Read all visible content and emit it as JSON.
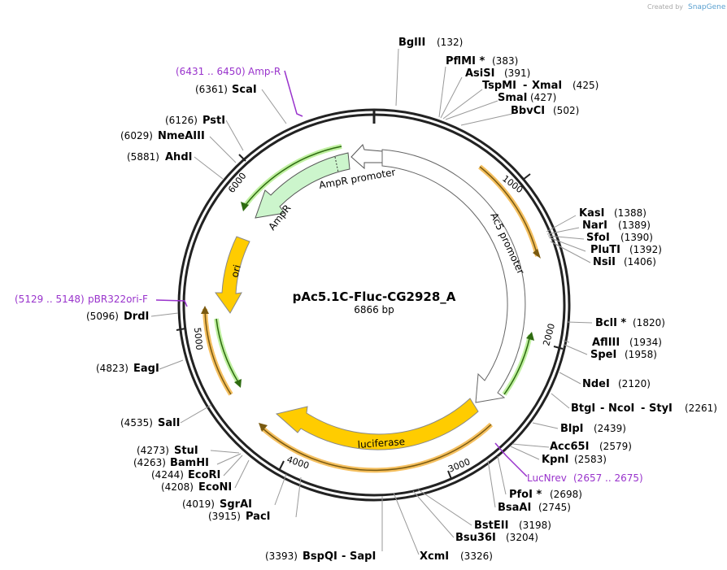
{
  "watermark": {
    "created_by": "Created by",
    "brand": "SnapGene"
  },
  "plasmid": {
    "name": "pAc5.1C-Fluc-CG2928_A",
    "size": "6866 bp"
  },
  "ticks": [
    "1000",
    "2000",
    "3000",
    "4000",
    "5000",
    "6000"
  ],
  "features": {
    "ampr_promoter": "AmpR promoter",
    "ampr": "AmpR",
    "ac5_promoter": "Ac5 promoter",
    "ori": "ori",
    "luciferase": "luciferase"
  },
  "primers": [
    {
      "name": "Amp-R",
      "range": "(6431 .. 6450)"
    },
    {
      "name": "pBR322ori-F",
      "range": "(5129 .. 5148)"
    },
    {
      "name": "LucNrev",
      "range": "(2657 .. 2675)"
    }
  ],
  "sites": [
    {
      "name": "BglII",
      "pos": "(132)"
    },
    {
      "name": "PflMI *",
      "pos": "(383)"
    },
    {
      "name": "AsiSI",
      "pos": "(391)"
    },
    {
      "name": "TspMI",
      "name2": "XmaI",
      "pos": "(425)"
    },
    {
      "name": "SmaI",
      "pos": "(427)"
    },
    {
      "name": "BbvCI",
      "pos": "(502)"
    },
    {
      "name": "KasI",
      "pos": "(1388)"
    },
    {
      "name": "NarI",
      "pos": "(1389)"
    },
    {
      "name": "SfoI",
      "pos": "(1390)"
    },
    {
      "name": "PluTI",
      "pos": "(1392)"
    },
    {
      "name": "NsiI",
      "pos": "(1406)"
    },
    {
      "name": "BclI *",
      "pos": "(1820)"
    },
    {
      "name": "AflIII",
      "pos": "(1934)"
    },
    {
      "name": "SpeI",
      "pos": "(1958)"
    },
    {
      "name": "NdeI",
      "pos": "(2120)"
    },
    {
      "name": "BtgI",
      "name2": "NcoI",
      "name3": "StyI",
      "pos": "(2261)"
    },
    {
      "name": "BlpI",
      "pos": "(2439)"
    },
    {
      "name": "Acc65I",
      "pos": "(2579)"
    },
    {
      "name": "KpnI",
      "pos": "(2583)"
    },
    {
      "name": "PfoI *",
      "pos": "(2698)"
    },
    {
      "name": "BsaAI",
      "pos": "(2745)"
    },
    {
      "name": "BstEII",
      "pos": "(3198)"
    },
    {
      "name": "Bsu36I",
      "pos": "(3204)"
    },
    {
      "name": "XcmI",
      "pos": "(3326)"
    },
    {
      "name": "BspQI",
      "name2": "SapI",
      "pos": "(3393)"
    },
    {
      "name": "PacI",
      "pos": "(3915)"
    },
    {
      "name": "SgrAI",
      "pos": "(4019)"
    },
    {
      "name": "EcoNI",
      "pos": "(4208)"
    },
    {
      "name": "EcoRI",
      "pos": "(4244)"
    },
    {
      "name": "BamHI",
      "pos": "(4263)"
    },
    {
      "name": "StuI",
      "pos": "(4273)"
    },
    {
      "name": "SalI",
      "pos": "(4535)"
    },
    {
      "name": "EagI",
      "pos": "(4823)"
    },
    {
      "name": "DrdI",
      "pos": "(5096)"
    },
    {
      "name": "AhdI",
      "pos": "(5881)"
    },
    {
      "name": "NmeAIII",
      "pos": "(6029)"
    },
    {
      "name": "PstI",
      "pos": "(6126)"
    },
    {
      "name": "ScaI",
      "pos": "(6361)"
    }
  ]
}
